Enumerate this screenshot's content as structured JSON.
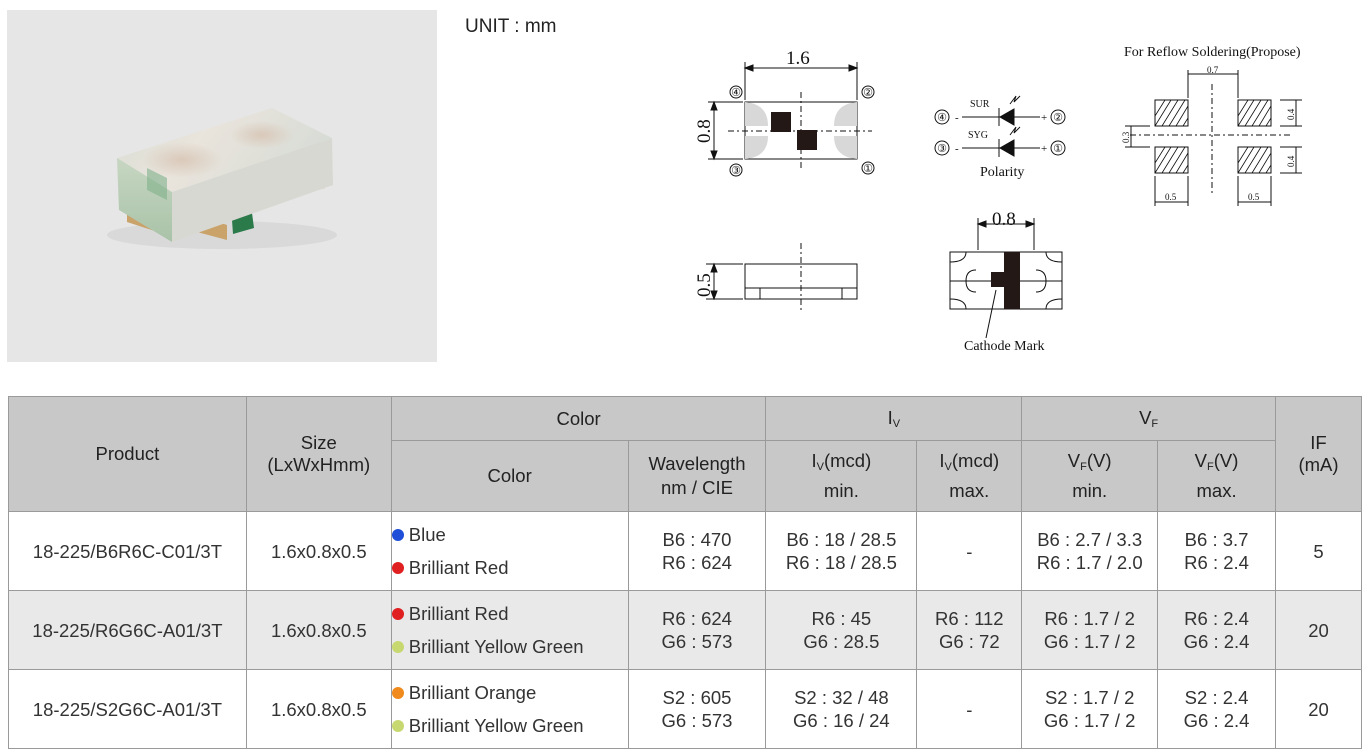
{
  "unit": "UNIT : mm",
  "drawing": {
    "top_length": "1.6",
    "top_width": "0.8",
    "side_height": "0.5",
    "bottom_width": "0.8",
    "pins": [
      "④",
      "②",
      "③",
      "①"
    ],
    "polarity": {
      "label": "Polarity",
      "chip1": "SUR",
      "chip2": "SYG",
      "minus": "-",
      "plus": "+"
    },
    "cathode_mark": "Cathode Mark",
    "reflow": {
      "title": "For Reflow Soldering(Propose)",
      "gap": "0.7",
      "pad_h1": "0.4",
      "pad_h2": "0.4",
      "spacing": "0.3",
      "pad_w1": "0.5",
      "pad_w2": "0.5"
    }
  },
  "table": {
    "headers": {
      "product": "Product",
      "size": "Size",
      "size_unit": "(LxWxHmm)",
      "color_group": "Color",
      "color": "Color",
      "wavelength": "Wavelength",
      "wavelength_unit": "nm / CIE",
      "iv_group": "I",
      "iv_sub": "V",
      "iv_min_pre": "I",
      "iv_min_sub": "V",
      "iv_min_unit": "(mcd)",
      "iv_min_label": "min.",
      "iv_max_pre": "I",
      "iv_max_sub": "V",
      "iv_max_unit": "(mcd)",
      "iv_max_label": "max.",
      "vf_group": "V",
      "vf_sub": "F",
      "vf_min_pre": "V",
      "vf_min_sub": "F",
      "vf_min_unit": "(V)",
      "vf_min_label": "min.",
      "vf_max_pre": "V",
      "vf_max_sub": "F",
      "vf_max_unit": "(V)",
      "vf_max_label": "max.",
      "if": "IF",
      "if_unit": "(mA)"
    },
    "rows": [
      {
        "product": "18-225/B6R6C-C01/3T",
        "size": "1.6x0.8x0.5",
        "colors": [
          {
            "name": "Blue",
            "dot": "#1f4fd8"
          },
          {
            "name": "Brilliant Red",
            "dot": "#e02020"
          }
        ],
        "wavelength": [
          "B6 : 470",
          "R6 : 624"
        ],
        "iv_min": [
          "B6 : 18 / 28.5",
          "R6 : 18 / 28.5"
        ],
        "iv_max": [
          "-"
        ],
        "vf_min": [
          "B6 : 2.7 / 3.3",
          "R6 : 1.7 / 2.0"
        ],
        "vf_max": [
          "B6 : 3.7",
          "R6 : 2.4"
        ],
        "if": "5"
      },
      {
        "product": "18-225/R6G6C-A01/3T",
        "size": "1.6x0.8x0.5",
        "colors": [
          {
            "name": "Brilliant Red",
            "dot": "#e02020"
          },
          {
            "name": "Brilliant Yellow Green",
            "dot": "#c8d870"
          }
        ],
        "wavelength": [
          "R6 : 624",
          "G6 : 573"
        ],
        "iv_min": [
          "R6 : 45",
          "G6 : 28.5"
        ],
        "iv_max": [
          "R6 : 112",
          "G6 : 72"
        ],
        "vf_min": [
          "R6 : 1.7 / 2",
          "G6 : 1.7 / 2"
        ],
        "vf_max": [
          "R6 : 2.4",
          "G6 : 2.4"
        ],
        "if": "20"
      },
      {
        "product": "18-225/S2G6C-A01/3T",
        "size": "1.6x0.8x0.5",
        "colors": [
          {
            "name": "Brilliant Orange",
            "dot": "#f08a1c"
          },
          {
            "name": "Brilliant Yellow Green",
            "dot": "#c8d870"
          }
        ],
        "wavelength": [
          "S2 : 605",
          "G6 : 573"
        ],
        "iv_min": [
          "S2 : 32 / 48",
          "G6 : 16 / 24"
        ],
        "iv_max": [
          "-"
        ],
        "vf_min": [
          "S2 : 1.7 / 2",
          "G6 : 1.7 / 2"
        ],
        "vf_max": [
          "S2 : 2.4",
          "G6 : 2.4"
        ],
        "if": "20"
      }
    ]
  }
}
